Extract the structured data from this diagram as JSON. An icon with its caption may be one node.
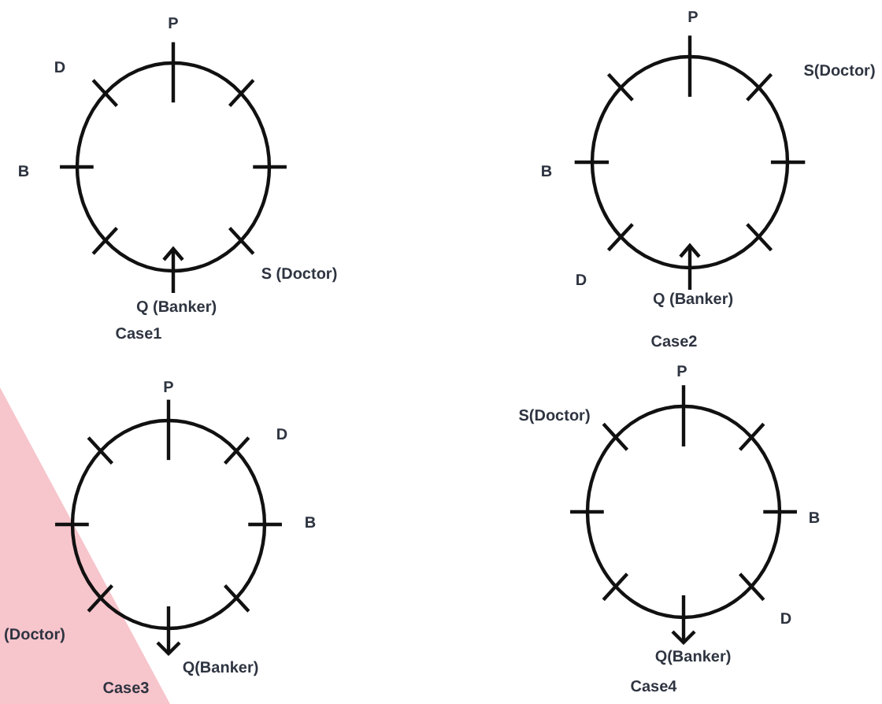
{
  "diagram": {
    "labels": [
      "P",
      "D",
      "B",
      "S (Doctor)",
      "Q (Banker)",
      "Case1",
      "P",
      "S(Doctor)",
      "B",
      "D",
      "Q (Banker)",
      "Case2",
      "P",
      "D",
      "B",
      "(Doctor)",
      "Q(Banker)",
      "Case3",
      "P",
      "S(Doctor)",
      "B",
      "D",
      "Q(Banker)",
      "Case4"
    ]
  }
}
